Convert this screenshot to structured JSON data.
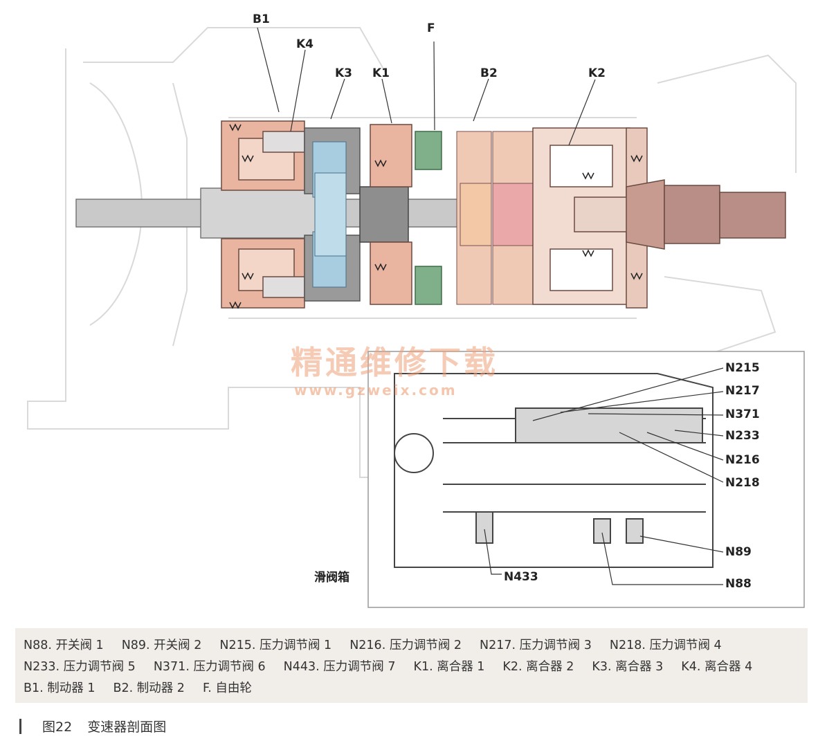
{
  "section_title": "滑阀箱",
  "watermark": {
    "text": "精通维修下载",
    "url": "www.gzweix.com"
  },
  "labels": {
    "B1": "B1",
    "K4": "K4",
    "K3": "K3",
    "K1": "K1",
    "F": "F",
    "B2": "B2",
    "K2": "K2",
    "N215": "N215",
    "N217": "N217",
    "N371": "N371",
    "N233": "N233",
    "N216": "N216",
    "N218": "N218",
    "N89": "N89",
    "N88": "N88",
    "N433": "N433"
  },
  "legend": [
    "N88. 开关阀 1",
    "N89. 开关阀 2",
    "N215. 压力调节阀 1",
    "N216. 压力调节阀 2",
    "N217. 压力调节阀 3",
    "N218. 压力调节阀 4",
    "N233. 压力调节阀 5",
    "N371. 压力调节阀 6",
    "N443. 压力调节阀 7",
    "K1. 离合器 1",
    "K2. 离合器 2",
    "K3. 离合器 3",
    "K4. 离合器 4",
    "B1. 制动器 1",
    "B2. 制动器 2",
    "F. 自由轮"
  ],
  "caption": {
    "number": "图22",
    "title": "变速器剖面图"
  },
  "colors": {
    "shaft": "#c9c9c9",
    "salmon": "#e9b4a0",
    "blue_gear": "#a8cce0",
    "green": "#7fb08a",
    "pink": "#eaa8a8",
    "output": "#b88e86",
    "legend_bg": "#f1ede9"
  }
}
